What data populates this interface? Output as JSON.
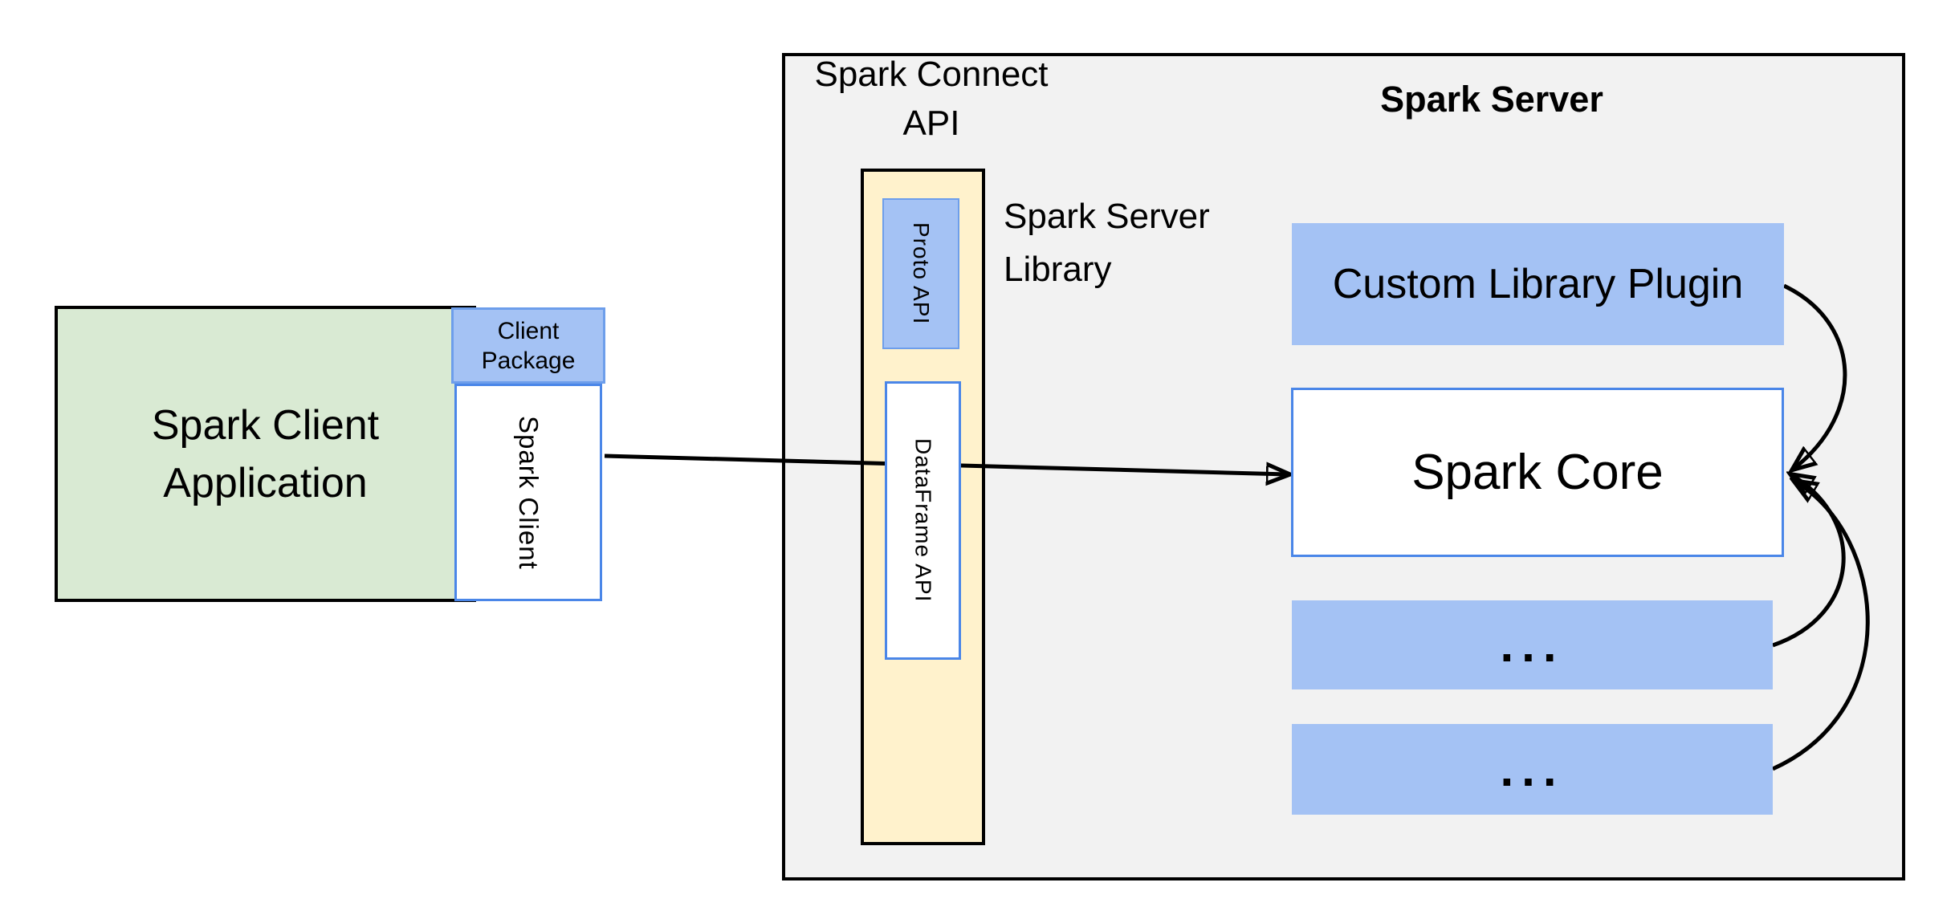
{
  "colors": {
    "panel_fill": "#f2f2f2",
    "green_fill": "#d9ead3",
    "blue_fill": "#a4c2f4",
    "yellow_fill": "#fff2cc",
    "blue_border": "#4a86e8",
    "blue_border_light": "#6d9eeb",
    "line_color": "#000000",
    "text_color": "#000000"
  },
  "client": {
    "application_label": "Spark Client Application",
    "package_label": "Client Package",
    "client_label": "Spark Client"
  },
  "connect_api": {
    "title": "Spark Connect API",
    "proto_api_label": "Proto API",
    "dataframe_api_label": "DataFrame API",
    "server_library_caption": "Spark Server Library"
  },
  "spark_server": {
    "title": "Spark Server",
    "plugin_label": "Custom Library Plugin",
    "core_label": "Spark Core",
    "slot1_label": "...",
    "slot2_label": "..."
  }
}
